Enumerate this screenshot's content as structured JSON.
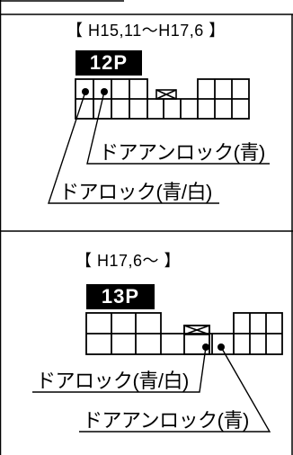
{
  "panel_top": {
    "date_range": "【 H15,11～H17,6 】",
    "connector_code": "12P",
    "labels": {
      "unlock": "ドアアンロック(青)",
      "lock": "ドアロック(青/白)"
    }
  },
  "panel_bottom": {
    "date_range": "【 H17,6～ 】",
    "connector_code": "13P",
    "labels": {
      "lock": "ドアロック(青/白)",
      "unlock": "ドアアンロック(青)"
    }
  },
  "icons": {
    "used_pin": "filled-dot-icon",
    "blank_pin": "crossed-box-icon"
  }
}
